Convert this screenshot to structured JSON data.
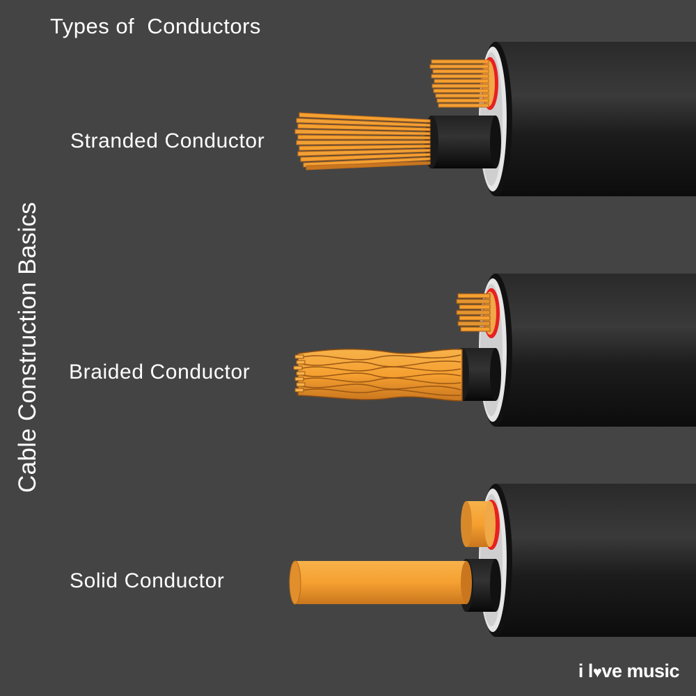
{
  "title": "Types of  Conductors",
  "side_title": "Cable Construction Basics",
  "conductors": [
    {
      "label": "Stranded Conductor"
    },
    {
      "label": "Braided Conductor"
    },
    {
      "label": "Solid Conductor"
    }
  ],
  "brand": {
    "pre": "i l",
    "heart": "♥",
    "post": "ve music"
  },
  "colors": {
    "background": "#444444",
    "copper": "#f5a030",
    "copper_dark": "#b0651a",
    "jacket": "#1a1a1a",
    "shield_red": "#e82020",
    "insulation_white": "#e8e8e8"
  }
}
